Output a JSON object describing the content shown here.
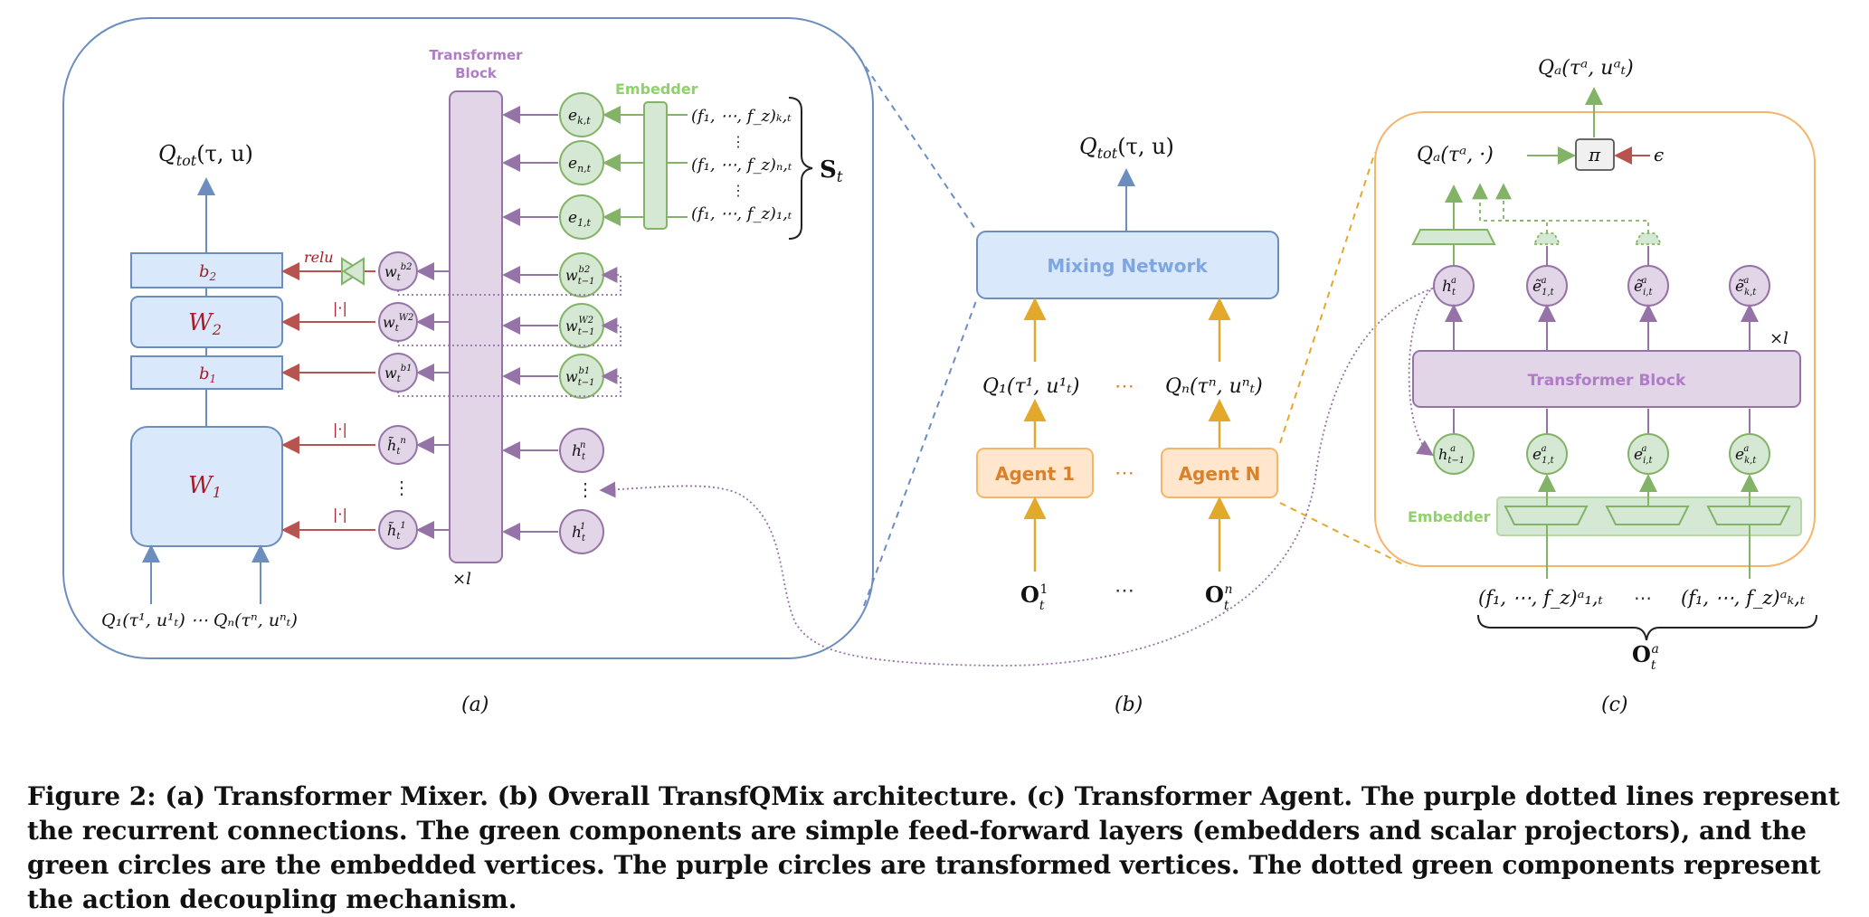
{
  "figure": {
    "panel_a": {
      "qtot": "Q",
      "qtot_sub": "tot",
      "qtot_args": "(τ, u)",
      "transformer_block": [
        "Transformer",
        "Block"
      ],
      "embedder": "Embedder",
      "state": "S",
      "state_sub": "t",
      "b2": "b",
      "b2_sub": "2",
      "W2": "W",
      "W2_sub": "2",
      "b1": "b",
      "b1_sub": "1",
      "W1": "W",
      "W1_sub": "1",
      "relu": "relu",
      "abs1": "|·|",
      "abs2": "|·|",
      "abs3": "|·|",
      "times_l": "×l",
      "dots": "⋮",
      "inputs": "Q₁(τ¹, u¹ₜ) ⋯ Qₙ(τⁿ, uⁿₜ)",
      "features_k": "(f₁, ⋯, f_z)ₖ,ₜ",
      "features_n": "(f₁, ⋯, f_z)ₙ,ₜ",
      "features_1": "(f₁, ⋯, f_z)₁,ₜ",
      "panel_label": "(a)"
    },
    "panel_b": {
      "qtot": "Q",
      "qtot_sub": "tot",
      "qtot_args": "(τ, u)",
      "mixing_network": "Mixing Network",
      "q1": "Q₁(τ¹, u¹ₜ)",
      "qn": "Qₙ(τⁿ, uⁿₜ)",
      "agent1": "Agent 1",
      "agentN": "Agent N",
      "ellipsis": "⋯",
      "o1": "O",
      "on": "O",
      "panel_label": "(b)"
    },
    "panel_c": {
      "qa_top": "Qₐ(τᵃ, uᵃₜ)",
      "qa_dot": "Qₐ(τᵃ, ·)",
      "pi": "π",
      "epsilon": "ϵ",
      "transformer_block": "Transformer Block",
      "times_l": "×l",
      "embedder": "Embedder",
      "feat_1": "(f₁, ⋯, f_z)ᵃ₁,ₜ",
      "feat_k": "(f₁, ⋯, f_z)ᵃₖ,ₜ",
      "ellipsis": "⋯",
      "obs": "O",
      "panel_label": "(c)"
    }
  },
  "caption": {
    "lead": "Figure 2:",
    "text": "(a) Transformer Mixer. (b) Overall TransfQMix architecture. (c) Transformer Agent. The purple dotted lines represent the recurrent connections. The green components are simple feed-forward layers (embedders and scalar projectors), and the green circles are the embedded vertices. The purple circles are transformed vertices. The dotted green components represent the action decoupling mechanism."
  },
  "colors": {
    "blue_fill": "#dae8fc",
    "blue_stroke": "#6c8ebf",
    "purple_fill": "#e1d5e7",
    "purple_stroke": "#9673a6",
    "green_fill": "#d5e8d4",
    "green_stroke": "#82b366",
    "orange_fill": "#ffe6cc",
    "orange_stroke": "#f5b56b",
    "red_arrow": "#b85450",
    "gold_arrow": "#e3a92a"
  }
}
